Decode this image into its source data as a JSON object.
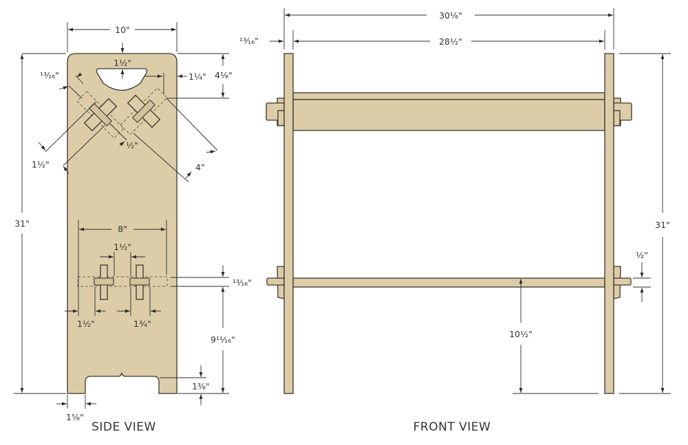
{
  "side_view": {
    "title": "SIDE VIEW",
    "dims": {
      "width": "10\"",
      "handle_from_top": "1¹⁄₂\"",
      "handle_from_edge": "1¹⁄₄\"",
      "handle_depth": "4¹⁄₈\"",
      "mortise_width_diag": "¹³⁄₁₆\"",
      "mortise_gap": "¹⁄₂\"",
      "diag_offset": "1¹⁄₂\"",
      "diag_length": "4\"",
      "height": "31\"",
      "lower_span": "8\"",
      "mortise_spacing": "1¹⁄₂\"",
      "lower_mortise_width": "¹³⁄₁₆\"",
      "lower_left_offset": "1¹⁄₂\"",
      "lower_mortise_length": "1³⁄₄\"",
      "lower_height": "9¹¹⁄₁₆\"",
      "cutout_height": "1³⁄₈\"",
      "foot_width": "1⁵⁄₈\""
    }
  },
  "front_view": {
    "title": "FRONT VIEW",
    "dims": {
      "overall_width": "30¹⁄₈\"",
      "inner_width": "28¹⁄₂\"",
      "leg_thickness": "¹³⁄₁₆\"",
      "height": "31\"",
      "shelf_thickness": "¹⁄₂\"",
      "shelf_height": "10¹⁄₂\""
    }
  },
  "colors": {
    "wood": "#dccca8",
    "outline": "#3b352c"
  }
}
